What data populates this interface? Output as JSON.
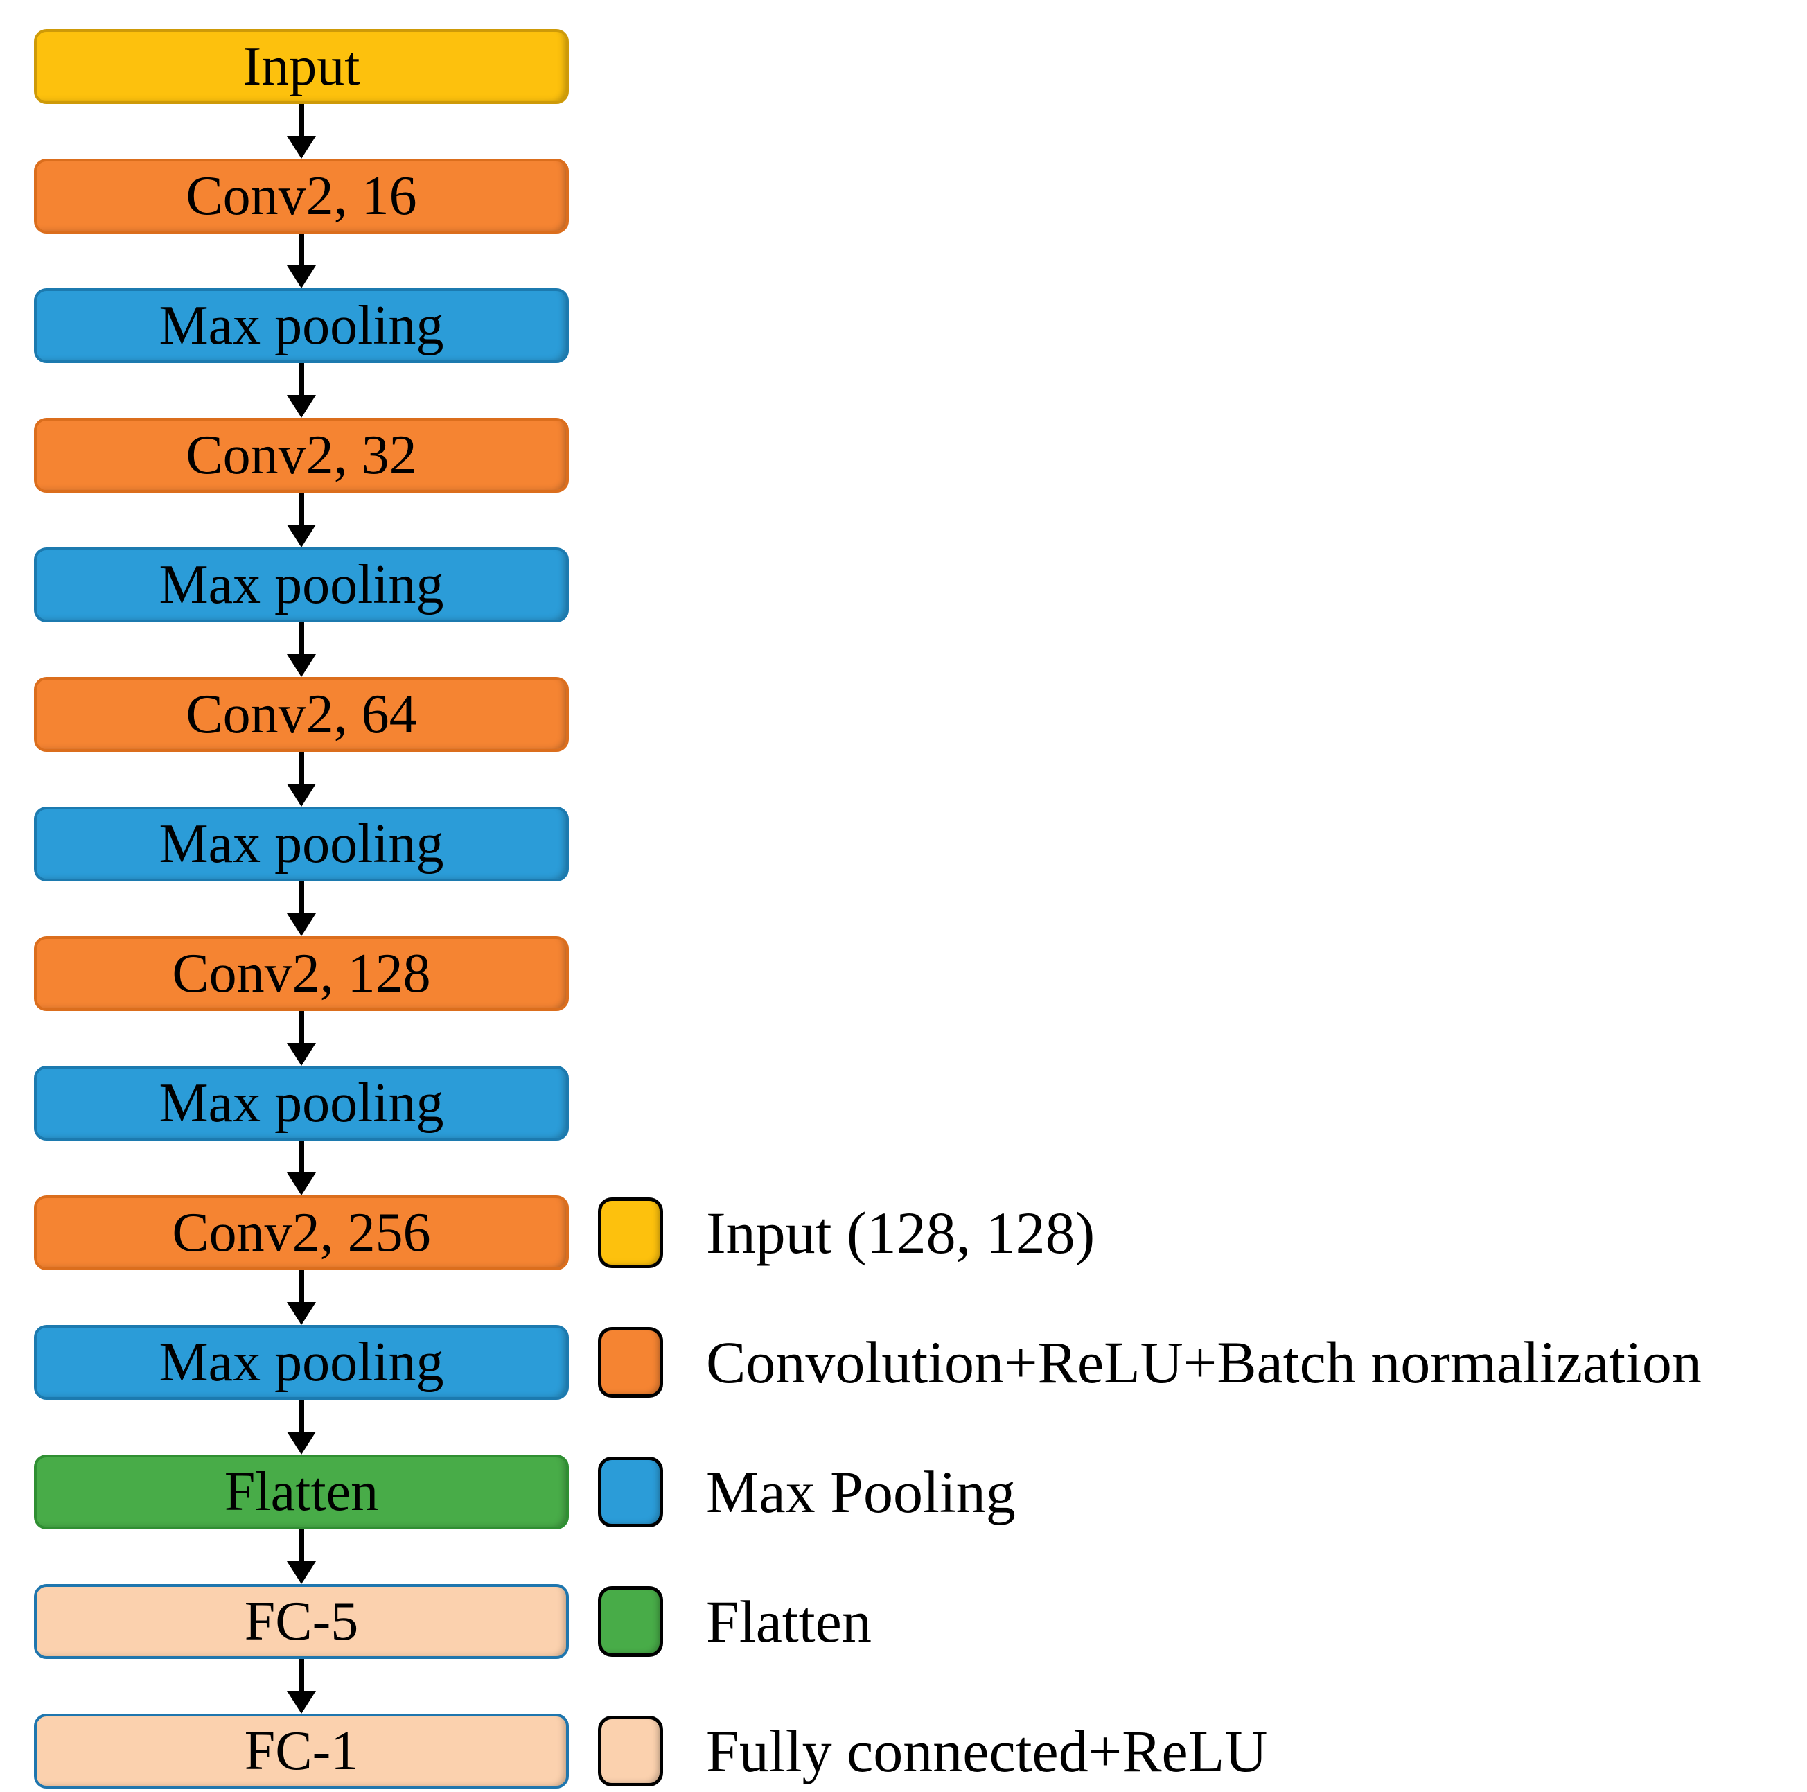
{
  "diagram": {
    "description": "CNN architecture flowchart with legend",
    "flow": {
      "nodes": [
        {
          "label": "Input",
          "type": "input"
        },
        {
          "label": "Conv2, 16",
          "type": "conv"
        },
        {
          "label": "Max pooling",
          "type": "pool"
        },
        {
          "label": "Conv2, 32",
          "type": "conv"
        },
        {
          "label": "Max pooling",
          "type": "pool"
        },
        {
          "label": "Conv2, 64",
          "type": "conv"
        },
        {
          "label": "Max pooling",
          "type": "pool"
        },
        {
          "label": "Conv2, 128",
          "type": "conv"
        },
        {
          "label": "Max pooling",
          "type": "pool"
        },
        {
          "label": "Conv2, 256",
          "type": "conv"
        },
        {
          "label": "Max pooling",
          "type": "pool"
        },
        {
          "label": "Flatten",
          "type": "flatten"
        },
        {
          "label": "FC-5",
          "type": "fc"
        },
        {
          "label": "FC-1",
          "type": "fc"
        }
      ]
    },
    "legend": {
      "items": [
        {
          "label": "Input (128, 128)",
          "type": "input"
        },
        {
          "label": "Convolution+ReLU+Batch normalization",
          "type": "conv"
        },
        {
          "label": "Max Pooling",
          "type": "pool"
        },
        {
          "label": "Flatten",
          "type": "flatten"
        },
        {
          "label": "Fully connected+ReLU",
          "type": "fc-legend"
        }
      ]
    },
    "colors": {
      "input_fill": "#FDC10D",
      "input_border": "#CE9A08",
      "conv_fill": "#F58432",
      "conv_border": "#DB6E1D",
      "pool_fill": "#2B9CD8",
      "pool_border": "#1C7AAF",
      "flatten_fill": "#48AC48",
      "flatten_border": "#2F8F32",
      "fc_fill": "#FBD1AE",
      "fc_border_flow": "#1F76AE",
      "fc_border_legend": "#2F9E38",
      "arrow": "#000000",
      "background": "#FFFFFF",
      "text": "#000000"
    }
  }
}
